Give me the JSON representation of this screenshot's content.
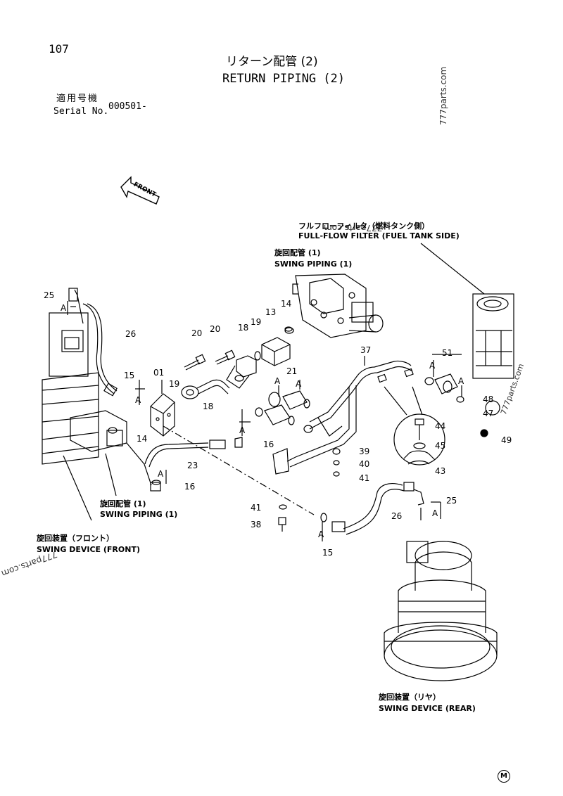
{
  "page": {
    "number": "107",
    "title_jp": "リターン配管 (2)",
    "title_en": "RETURN PIPING (2)",
    "serial_label_jp": "適用号機",
    "serial_label_en": "Serial No.",
    "serial_value": "000501-",
    "footer_mark": "M"
  },
  "watermarks": [
    "777parts.com",
    "777parts.com",
    "777parts.com",
    "777parts.com"
  ],
  "direction_arrow": "FRONT",
  "labels": {
    "filter_jp": "フルフローフィルタ（燃料タンク側）",
    "filter_en": "FULL-FLOW FILTER (FUEL TANK SIDE)",
    "swing_piping_top_jp": "旋回配管 (1)",
    "swing_piping_top_en": "SWING PIPING (1)",
    "swing_piping_left_jp": "旋回配管 (1)",
    "swing_piping_left_en": "SWING PIPING (1)",
    "swing_front_jp": "旋回装置（フロント）",
    "swing_front_en": "SWING DEVICE (FRONT)",
    "swing_rear_jp": "旋回装置（リヤ）",
    "swing_rear_en": "SWING DEVICE (REAR)"
  },
  "callouts": {
    "c25a": "25",
    "cA1": "A",
    "c26a": "26",
    "c15a": "15",
    "cA2": "A",
    "c14a": "14",
    "c01": "01",
    "c19a": "19",
    "c20a": "20",
    "c20b": "20",
    "c18a": "18",
    "c19b": "19",
    "c13": "13",
    "c14b": "14",
    "c21": "21",
    "cA3": "A",
    "cA4": "A",
    "c18b": "18",
    "c37": "37",
    "c51": "51",
    "cA5": "A",
    "cA6": "A",
    "c48": "48",
    "c47": "47",
    "c49": "49",
    "c44": "44",
    "c45": "45",
    "c43": "43",
    "cA7": "A",
    "c16a": "16",
    "c23": "23",
    "cA8": "A",
    "c16b": "16",
    "c39": "39",
    "c40": "40",
    "c41a": "41",
    "c41b": "41",
    "c38": "38",
    "c26b": "26",
    "c25b": "25",
    "cA9": "A",
    "cA10": "A",
    "c15b": "15"
  }
}
